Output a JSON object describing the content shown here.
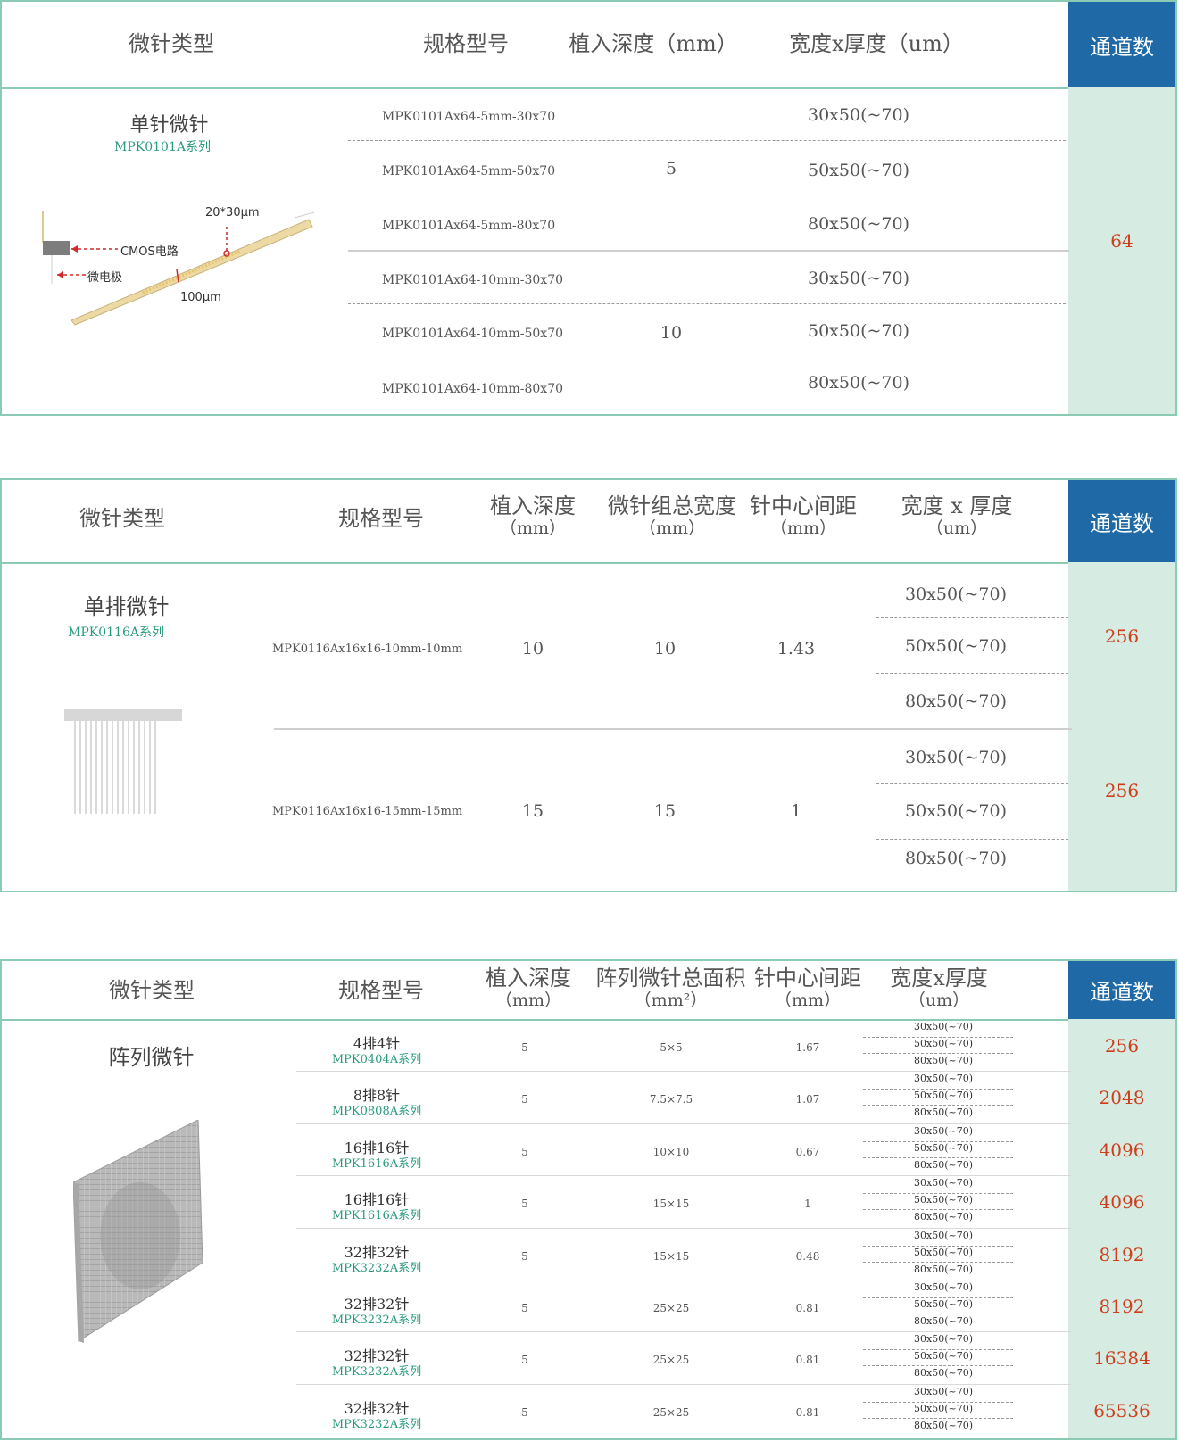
{
  "table1": {
    "headers": {
      "type": "微针类型",
      "spec": "规格型号",
      "depth": "植入深度（mm）",
      "dims": "宽度x厚度（um）",
      "channels": "通道数"
    },
    "type_name": "单针微针",
    "series": "MPK0101A系列",
    "diagram": {
      "tip_label": "20*30μm",
      "cmos_label": "CMOS电路",
      "electrode_label": "微电极",
      "width_label": "100μm"
    },
    "rows": [
      {
        "spec": "MPK0101Ax64-5mm-30x70",
        "dims": "30x50(~70)"
      },
      {
        "spec": "MPK0101Ax64-5mm-50x70",
        "dims": "50x50(~70)"
      },
      {
        "spec": "MPK0101Ax64-5mm-80x70",
        "dims": "80x50(~70)"
      },
      {
        "spec": "MPK0101Ax64-10mm-30x70",
        "dims": "30x50(~70)"
      },
      {
        "spec": "MPK0101Ax64-10mm-50x70",
        "dims": "50x50(~70)"
      },
      {
        "spec": "MPK0101Ax64-10mm-80x70",
        "dims": "80x50(~70)"
      }
    ],
    "depth_groups": [
      "5",
      "10"
    ],
    "channels": "64"
  },
  "table2": {
    "headers": {
      "type": "微针类型",
      "spec": "规格型号",
      "depth": "植入深度",
      "depth_unit": "（mm）",
      "width": "微针组总宽度",
      "width_unit": "（mm）",
      "pitch": "针中心间距",
      "pitch_unit": "（mm）",
      "dims": "宽度 x 厚度",
      "dims_unit": "（um）",
      "channels": "通道数"
    },
    "type_name": "单排微针",
    "series": "MPK0116A系列",
    "groups": [
      {
        "spec": "MPK0116Ax16x16-10mm-10mm",
        "depth": "10",
        "width": "10",
        "pitch": "1.43",
        "dims": [
          "30x50(~70)",
          "50x50(~70)",
          "80x50(~70)"
        ],
        "channels": "256"
      },
      {
        "spec": "MPK0116Ax16x16-15mm-15mm",
        "depth": "15",
        "width": "15",
        "pitch": "1",
        "dims": [
          "30x50(~70)",
          "50x50(~70)",
          "80x50(~70)"
        ],
        "channels": "256"
      }
    ]
  },
  "table3": {
    "headers": {
      "type": "微针类型",
      "spec": "规格型号",
      "depth": "植入深度",
      "depth_unit": "（mm）",
      "area": "阵列微针总面积",
      "area_unit": "（mm²）",
      "pitch": "针中心间距",
      "pitch_unit": "（mm）",
      "dims": "宽度x厚度",
      "dims_unit": "（um）",
      "channels": "通道数"
    },
    "type_name": "阵列微针",
    "dims_options": [
      "30x50(~70)",
      "50x50(~70)",
      "80x50(~70)"
    ],
    "rows": [
      {
        "name": "4排4针",
        "series": "MPK0404A系列",
        "depth": "5",
        "area": "5×5",
        "pitch": "1.67",
        "channels": "256"
      },
      {
        "name": "8排8针",
        "series": "MPK0808A系列",
        "depth": "5",
        "area": "7.5×7.5",
        "pitch": "1.07",
        "channels": "2048"
      },
      {
        "name": "16排16针",
        "series": "MPK1616A系列",
        "depth": "5",
        "area": "10×10",
        "pitch": "0.67",
        "channels": "4096"
      },
      {
        "name": "16排16针",
        "series": "MPK1616A系列",
        "depth": "5",
        "area": "15×15",
        "pitch": "1",
        "channels": "4096"
      },
      {
        "name": "32排32针",
        "series": "MPK3232A系列",
        "depth": "5",
        "area": "15×15",
        "pitch": "0.48",
        "channels": "8192"
      },
      {
        "name": "32排32针",
        "series": "MPK3232A系列",
        "depth": "5",
        "area": "25×25",
        "pitch": "0.81",
        "channels": "8192"
      },
      {
        "name": "32排32针",
        "series": "MPK3232A系列",
        "depth": "5",
        "area": "25×25",
        "pitch": "0.81",
        "channels": "16384"
      },
      {
        "name": "32排32针",
        "series": "MPK3232A系列",
        "depth": "5",
        "area": "25×25",
        "pitch": "0.81",
        "channels": "65536"
      }
    ]
  }
}
